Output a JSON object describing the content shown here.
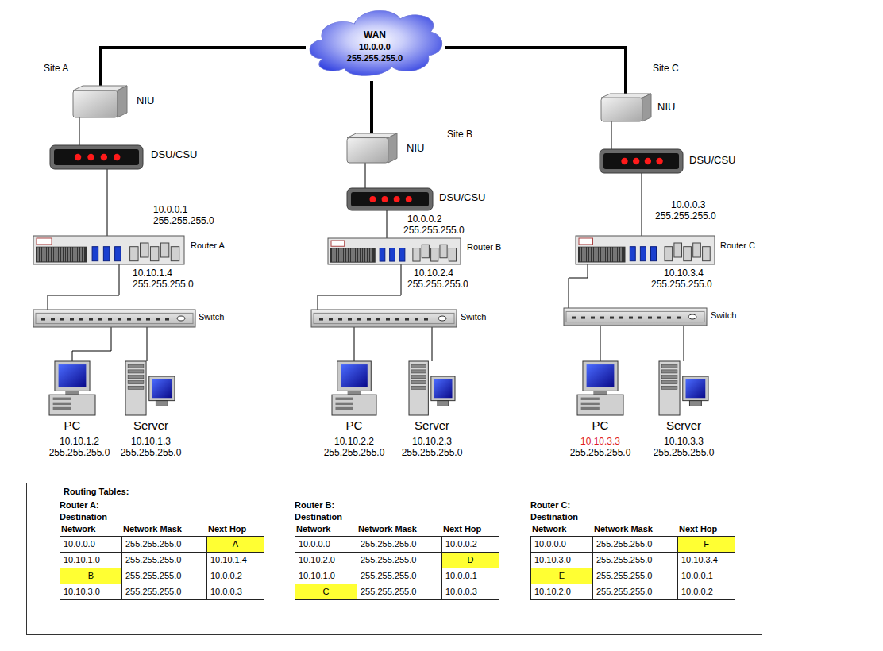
{
  "diagram": {
    "nodes": [
      {
        "text": [
          "WAN",
          "10.0.0.0",
          "255.255.255.0"
        ]
      },
      {
        "text": [
          "NIU"
        ]
      },
      {
        "text": [
          "DSU/CSU"
        ]
      },
      {
        "text": [
          "Router A"
        ]
      },
      {
        "text": [
          "Switch"
        ]
      },
      {
        "text": [
          "PC",
          "10.10.1.2",
          "255.255.255.0"
        ]
      },
      {
        "text": [
          "Server",
          "10.10.1.3",
          "255.255.255.0"
        ]
      },
      {
        "text": [
          "NIU"
        ]
      },
      {
        "text": [
          "DSU/CSU"
        ]
      },
      {
        "text": [
          "Router B"
        ]
      },
      {
        "text": [
          "Switch"
        ]
      },
      {
        "text": [
          "PC",
          "10.10.2.2",
          "255.255.255.0"
        ]
      },
      {
        "text": [
          "Server",
          "10.10.2.3",
          "255.255.255.0"
        ]
      },
      {
        "text": [
          "NIU"
        ]
      },
      {
        "text": [
          "DSU/CSU"
        ]
      },
      {
        "text": [
          "Router C"
        ]
      },
      {
        "text": [
          "Switch"
        ]
      },
      {
        "text": [
          "PC",
          "10.10.3.3",
          "255.255.255.0"
        ]
      },
      {
        "text": [
          "Server",
          "10.10.3.3",
          "255.255.255.0"
        ]
      }
    ],
    "edges": [
      {
        "from": 0,
        "to": 1,
        "arrow": "none"
      },
      {
        "from": 1,
        "to": 2,
        "arrow": "none"
      },
      {
        "from": 2,
        "to": 3,
        "arrow": "none"
      },
      {
        "from": 3,
        "to": 4,
        "arrow": "none"
      },
      {
        "from": 4,
        "to": 5,
        "arrow": "none"
      },
      {
        "from": 4,
        "to": 6,
        "arrow": "none"
      },
      {
        "from": 0,
        "to": 7,
        "arrow": "none"
      },
      {
        "from": 7,
        "to": 8,
        "arrow": "none"
      },
      {
        "from": 8,
        "to": 9,
        "arrow": "none"
      },
      {
        "from": 9,
        "to": 10,
        "arrow": "none"
      },
      {
        "from": 10,
        "to": 11,
        "arrow": "none"
      },
      {
        "from": 10,
        "to": 12,
        "arrow": "none"
      },
      {
        "from": 0,
        "to": 13,
        "arrow": "none"
      },
      {
        "from": 13,
        "to": 14,
        "arrow": "none"
      },
      {
        "from": 14,
        "to": 15,
        "arrow": "none"
      },
      {
        "from": 15,
        "to": 16,
        "arrow": "none"
      },
      {
        "from": 16,
        "to": 17,
        "arrow": "none"
      },
      {
        "from": 16,
        "to": 18,
        "arrow": "none"
      }
    ],
    "labels": [
      "Site A",
      "Site B",
      "Site C",
      "10.0.0.1",
      "255.255.255.0",
      "10.10.1.4",
      "255.255.255.0",
      "10.0.0.2",
      "255.255.255.0",
      "10.10.2.4",
      "255.255.255.0",
      "10.0.0.3",
      "255.255.255.0",
      "10.10.3.4",
      "255.255.255.0",
      "Routing Tables:",
      "Router A:",
      "Destination",
      "Network",
      "Network Mask",
      "Next Hop",
      "10.0.0.0",
      "255.255.255.0",
      "A",
      "10.10.1.0",
      "255.255.255.0",
      "10.10.1.4",
      "B",
      "255.255.255.0",
      "10.0.0.2",
      "10.10.3.0",
      "255.255.255.0",
      "10.0.0.3",
      "Router B:",
      "Destination",
      "Network",
      "Network Mask",
      "Next Hop",
      "10.0.0.0",
      "255.255.255.0",
      "10.0.0.2",
      "10.10.2.0",
      "255.255.255.0",
      "D",
      "10.10.1.0",
      "255.255.255.0",
      "10.0.0.1",
      "C",
      "255.255.255.0",
      "10.0.0.3",
      "Router C:",
      "Destination",
      "Network",
      "Network Mask",
      "Next Hop",
      "10.0.0.0",
      "255.255.255.0",
      "F",
      "10.10.3.0",
      "255.255.255.0",
      "10.10.3.4",
      "E",
      "255.255.255.0",
      "10.0.0.1",
      "10.10.2.0",
      "255.255.255.0",
      "10.0.0.2"
    ]
  }
}
